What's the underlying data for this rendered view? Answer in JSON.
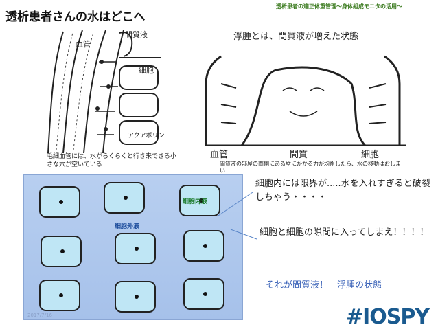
{
  "header": {
    "title": "透析患者さんの水はどこへ",
    "subtitle": "透析患者の適正体重管理～身体組成モニタの活用～"
  },
  "left_sketch": {
    "labels": {
      "vessel": "血管",
      "interstitial": "間質液",
      "cell": "細胞",
      "aquaporin": "アクアポリン"
    },
    "caption": "毛細血管には、水がらくらくと行き来できる小さな穴が空いている"
  },
  "right_sketch": {
    "heading": "浮腫とは、間質液が増えた状態",
    "labels": {
      "vessel": "血管",
      "interstitial": "間質",
      "cell": "細胞"
    },
    "caption": "間質液の部屋の両側にある壁にかかる力が均衡したら、水の移動はおしまい"
  },
  "diagram": {
    "intracellular_label": "細胞内液",
    "extracellular_label": "細胞外液",
    "date": "2017/7/16",
    "colors": {
      "background": "#a6c1ea",
      "cell_fill": "#bfe6f5"
    }
  },
  "notes": {
    "limit": "細胞内には限界が.....水を入れすぎると破裂しちゃう・・・・",
    "gap": "細胞と細胞の隙間に入ってしまえ！！！！",
    "conclusion": "それが間質液！　浮腫の状態"
  },
  "brand": {
    "logo": "#IOSPY",
    "color": "#1a5a8f"
  }
}
